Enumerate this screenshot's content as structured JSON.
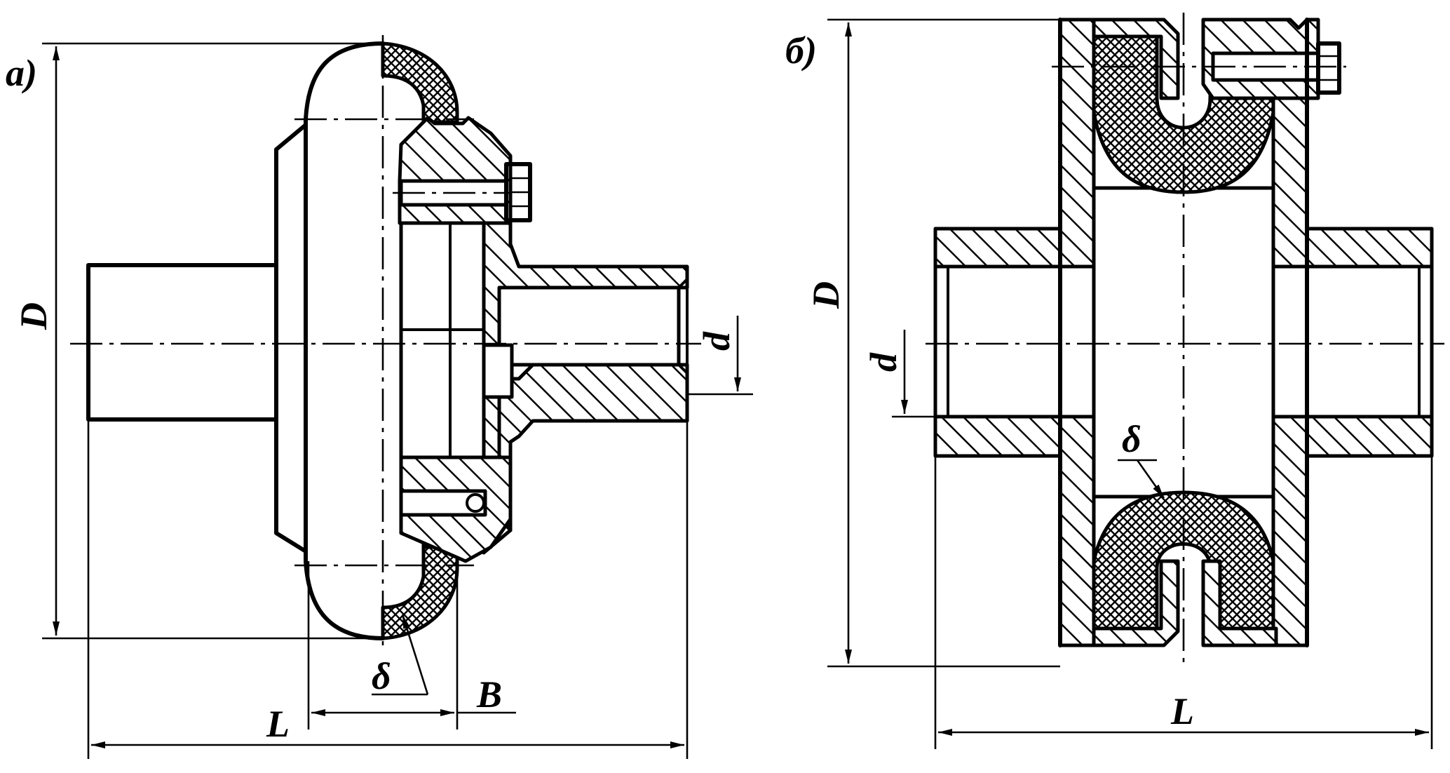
{
  "panel_a": {
    "label": "а)",
    "dim_D": "D",
    "dim_L": "L",
    "dim_d": "d",
    "dim_B": "B",
    "dim_delta": "δ"
  },
  "panel_b": {
    "label": "б)",
    "dim_D": "D",
    "dim_L": "L",
    "dim_d": "d",
    "dim_delta": "δ"
  }
}
